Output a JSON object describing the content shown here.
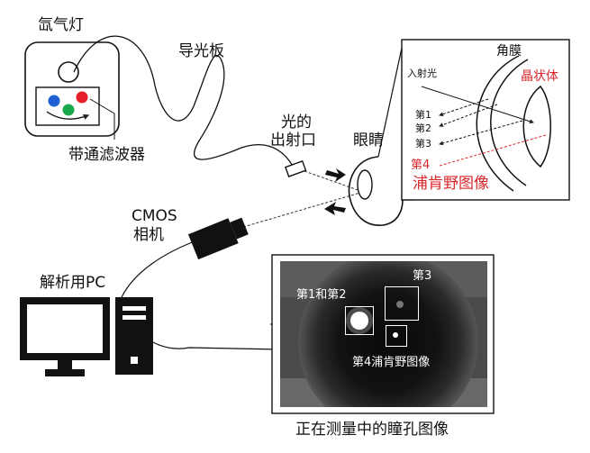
{
  "labels": {
    "xenon_lamp": "氙气灯",
    "bandpass_filter": "带通滤波器",
    "light_guide": "导光板",
    "light_exit": [
      "光的",
      "出射口"
    ],
    "eye": "眼睛",
    "camera": [
      "CMOS",
      "相机"
    ],
    "pc": "解析用PC",
    "cornea": "角膜",
    "lens": "晶状体",
    "incident_light": "入射光",
    "purkinje_images": [
      "第1",
      "第2",
      "第3",
      "第4"
    ],
    "purkinje_caption": "浦肯野图像",
    "photo_labels": {
      "first_second": "第1和第2",
      "third": "第3",
      "fourth": "第4浦肯野图像"
    },
    "photo_caption": "正在测量中的瞳孔图像"
  },
  "colors": {
    "accent_red": "#d9262b",
    "filter_red": "#e5202a",
    "filter_green": "#1aa84a",
    "filter_blue": "#1f5fd0"
  }
}
